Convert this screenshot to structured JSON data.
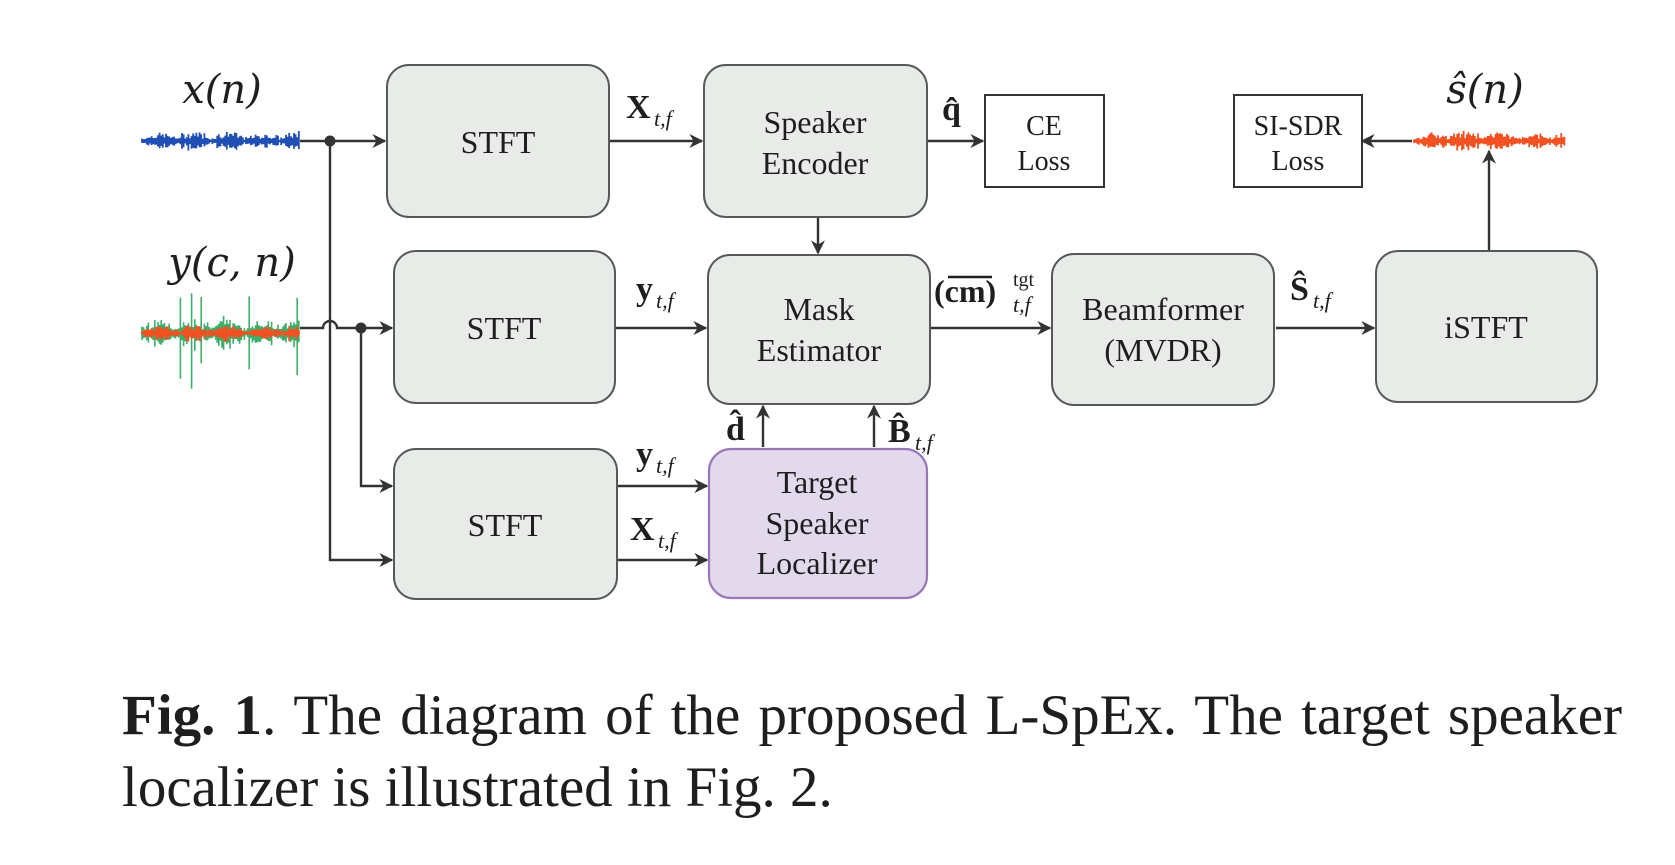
{
  "diagram": {
    "boxes": {
      "stft_top": "STFT",
      "stft_mid": "STFT",
      "stft_bot": "STFT",
      "speaker_encoder": [
        "Speaker",
        "Encoder"
      ],
      "mask_estimator": [
        "Mask",
        "Estimator"
      ],
      "target_speaker_localizer": [
        "Target",
        "Speaker",
        "Localizer"
      ],
      "beamformer": [
        "Beamformer",
        "(MVDR)"
      ],
      "istft": "iSTFT",
      "ce_loss": [
        "CE",
        "Loss"
      ],
      "sisdr_loss": [
        "SI-SDR",
        "Loss"
      ]
    },
    "signals": {
      "x_n": "x(n)",
      "y_cn": "y(c, n)",
      "s_hat_n": "ŝ(n)"
    },
    "edge_labels": {
      "X_tf": "X",
      "y_tf": "y",
      "tf_sub": "t,f",
      "q_hat": "q̂",
      "d_hat": "d̂",
      "B_hat": "B̂",
      "cm": "(cm)",
      "tgt_sup": "tgt",
      "S_hat": "Ŝ"
    },
    "colors": {
      "box_fill": "#e9ebe9",
      "box_stroke": "#555a58",
      "localizer_fill": "#e2d9ed",
      "localizer_stroke": "#9a78b8",
      "wave_blue": "#1f4fb3",
      "wave_red": "#f25222",
      "wave_green": "#3fae6a",
      "line": "#333333"
    }
  },
  "caption": {
    "fig_label": "Fig. 1",
    "text": ".  The diagram of the proposed L-SpEx.  The target speaker localizer is illustrated in Fig. 2."
  }
}
